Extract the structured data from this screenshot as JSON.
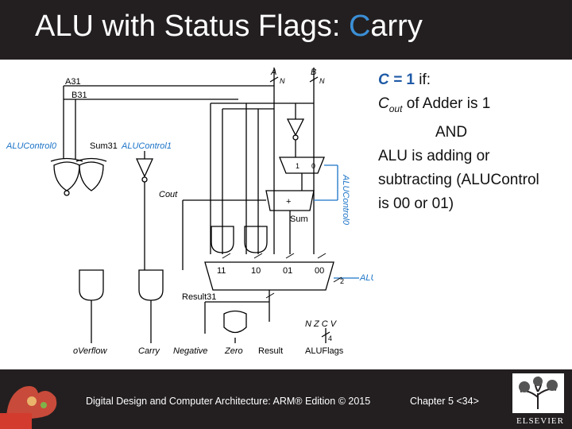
{
  "title": {
    "main": "ALU with Status Flags: ",
    "accent": "C",
    "rest": "arry"
  },
  "diagram": {
    "labels": {
      "a31": "A31",
      "b31": "B31",
      "a_in": "A",
      "b_in": "B",
      "n": "N",
      "alucontrol0_left": "ALUControl0",
      "sum31": "Sum31",
      "alucontrol1": "ALUControl1",
      "cout": "Cout",
      "alucontrol0_vertical": "ALUControl0",
      "sum": "Sum",
      "mux_11": "11",
      "mux_10": "10",
      "mux_01": "01",
      "mux_00": "00",
      "two": "2",
      "alucontrol": "ALUControl",
      "result31": "Result31",
      "nzcv": "N Z C V",
      "four": "4",
      "overflow": "oVerflow",
      "carry": "Carry",
      "negative": "Negative",
      "zero": "Zero",
      "result": "Result",
      "aluflags": "ALUFlags",
      "adder_minus_sign": "−",
      "adder_one": "1",
      "adder_zero": "0",
      "plus": "+"
    }
  },
  "explanation": {
    "line1_prefix": "C = ",
    "line1_one": "1",
    "line1_suffix": " if:",
    "line2_c": "C",
    "line2_sub": "out",
    "line2_rest": " of Adder is 1",
    "line3": "AND",
    "line4": "ALU is adding or",
    "line5": "subtracting (ALUControl",
    "line6": "is 00 or 01)"
  },
  "footer": {
    "left": "Digital Design and Computer Architecture: ARM® Edition © 2015",
    "right": "Chapter 5 <34>",
    "publisher": "ELSEVIER"
  },
  "colors": {
    "title_bg": "#231f20",
    "accent": "#3b8fd6",
    "control_blue": "#1a73c7",
    "explanation_blue": "#1f5aa6"
  }
}
